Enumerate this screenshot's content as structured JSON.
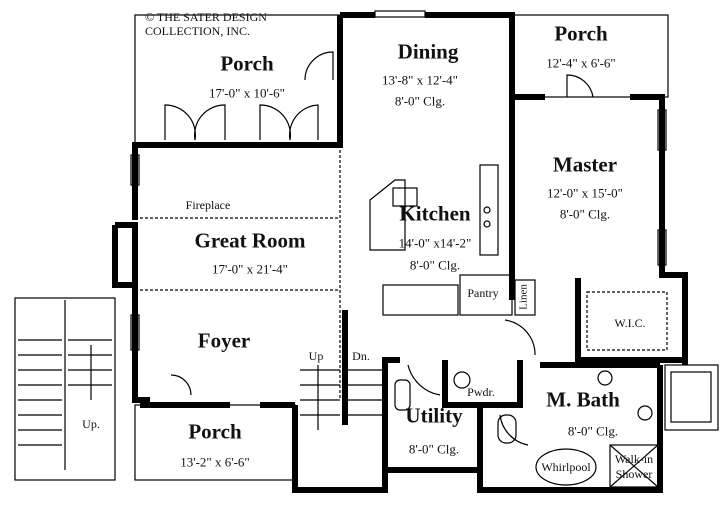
{
  "copyright": {
    "line1": "© THE SATER DESIGN",
    "line2": "COLLECTION, INC."
  },
  "rooms": {
    "porch_rear_left": {
      "name": "Porch",
      "size": "17'-0\" x 10'-6\""
    },
    "dining": {
      "name": "Dining",
      "size": "13'-8\" x 12'-4\"",
      "ceiling": "8'-0\" Clg."
    },
    "porch_rear_right": {
      "name": "Porch",
      "size": "12'-4\" x 6'-6\""
    },
    "master": {
      "name": "Master",
      "size": "12'-0\" x 15'-0\"",
      "ceiling": "8'-0\" Clg."
    },
    "great_room": {
      "name": "Great Room",
      "size": "17'-0\" x 21'-4\""
    },
    "kitchen": {
      "name": "Kitchen",
      "size": "14'-0\" x14'-2\"",
      "ceiling": "8'-0\" Clg."
    },
    "foyer": {
      "name": "Foyer"
    },
    "porch_front": {
      "name": "Porch",
      "size": "13'-2\" x 6'-6\""
    },
    "utility": {
      "name": "Utility",
      "ceiling": "8'-0\" Clg."
    },
    "master_bath": {
      "name": "M. Bath",
      "ceiling": "8'-0\" Clg."
    }
  },
  "labels": {
    "fireplace": "Fireplace",
    "pantry": "Pantry",
    "linen": "Linen",
    "wic": "W.I.C.",
    "powder": "Pwdr.",
    "stair_up": "Up",
    "stair_down": "Dn.",
    "exterior_stair_up": "Up.",
    "whirlpool": "Whirlpool",
    "shower_line1": "Walk-in",
    "shower_line2": "Shower"
  }
}
